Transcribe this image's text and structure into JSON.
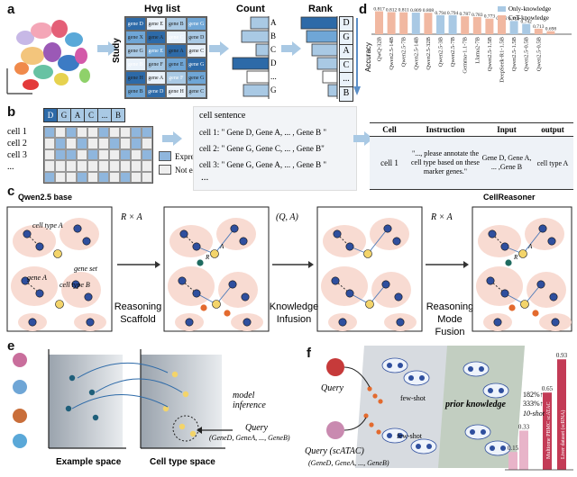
{
  "panel_a": {
    "letter": "a",
    "hvg_title": "Hvg list",
    "study_label": "Study",
    "count_title": "Count",
    "rank_title": "Rank",
    "hvg_cells": [
      "gene D",
      "gene E",
      "gene B",
      "gene G",
      "gene X",
      "gene A",
      "gene C",
      "gene D",
      "gene G",
      "gene E",
      "gene A",
      "gene C",
      "gene B",
      "gene F",
      "gene E",
      "gene G",
      "gene H",
      "gene A",
      "gene F",
      "gene G",
      "gene B",
      "gene D",
      "gene H",
      "gene C"
    ],
    "count_labels": [
      "A",
      "B",
      "C",
      "D",
      "...",
      "G"
    ],
    "rank_labels": [
      "D",
      "G",
      "A",
      "C",
      "...",
      "B"
    ]
  },
  "panel_b": {
    "letter": "b",
    "header_genes": [
      "D",
      "G",
      "A",
      "C",
      "...",
      "B"
    ],
    "cell_rows": [
      "cell 1",
      "cell 2",
      "cell 3",
      "..."
    ],
    "legend_expressed": "Expressed",
    "legend_not_expressed": "Not expressed",
    "sentence_title": "cell sentence",
    "sentences": [
      "cell 1: \" Gene D, Gene A, ... , Gene B \"",
      "cell 2: \" Gene G, Gene C, ... , Gene B\"",
      "cell 3: \" Gene G, Gene A, ... , Gene B \""
    ],
    "sentence_more": "...",
    "table_headers": [
      "Cell",
      "Instruction",
      "Input",
      "output"
    ],
    "table_row": {
      "cell": "cell 1",
      "instruction": "\"..., please annotate the cell type based on these marker genes.\"",
      "input": "Gene D, Gene A, ... ,Gene B",
      "output": "cell type A"
    }
  },
  "panel_c": {
    "letter": "c",
    "base_label": "Qwen2.5 base",
    "reasoner_label": "CellReasoner",
    "ops": [
      "R × A",
      "(Q, A)",
      "R × A"
    ],
    "step_labels": [
      "Reasoning Scaffold",
      "Knowledge Infusion",
      "Reasoning Mode Fusion"
    ],
    "annotations": {
      "cell_type_a": "cell type A",
      "cell_type_b": "cell type B",
      "gene_set": "gene set",
      "gene_a": "gene A",
      "r": "R",
      "a": "A"
    }
  },
  "panel_d": {
    "letter": "d",
    "y_label": "Accuracy",
    "legend": [
      "Only-knowledge",
      "CoT-knowledge"
    ]
  },
  "panel_e": {
    "letter": "e",
    "example_space": "Example space",
    "cell_type_space": "Cell type space",
    "model_inference": "model inference",
    "query_title": "Query",
    "query_genes": "(GeneD, GeneA, ..., GeneB)"
  },
  "panel_f": {
    "letter": "f",
    "query1": "Query",
    "query2_title": "Query (scATAC)",
    "query2_genes": "(GeneD, GeneA, ..., GeneB)",
    "few_shot_1": "few-shot",
    "few_shot_2": "few-shot",
    "prior_knowledge": "prior knowledge",
    "pct_1": "182%↑",
    "pct_2": "333%↑",
    "ten_shot": "10-shot",
    "bar_labels": [
      "Multiome PBMC scATAC",
      "Liver dataset (scRNA)"
    ]
  },
  "chart_data": {
    "type": "bar",
    "categories": [
      "QwQ-32B",
      "Qwen2.5-14B",
      "Qwen2.5-7B",
      "Qwen2.5-14B",
      "Qwen2.5-32B",
      "Qwen2.5-3B",
      "Qwen2.5-7B",
      "Gemma-1.1-7B",
      "Llama2-7B",
      "Qwen2.5-1.5B",
      "DeepSeek-R1-1.5B",
      "Qwen2.5-1.5B",
      "Qwen2.5-0.5B",
      "Qwen2.5-0.5B"
    ],
    "values": [
      0.817,
      0.812,
      0.811,
      0.809,
      0.808,
      0.794,
      0.794,
      0.787,
      0.783,
      0.773,
      0.762,
      0.759,
      0.742,
      0.713,
      0.698
    ],
    "labels": [
      "0.817",
      "0.812",
      "0.811",
      "0.809",
      "0.808",
      "0.794",
      "0.794",
      "0.787",
      "0.783",
      "0.773",
      "0.762",
      "0.759",
      "0.742",
      "0.713",
      "0.698"
    ],
    "kinds": [
      "cot",
      "cot",
      "cot",
      "only",
      "cot",
      "only",
      "only",
      "cot",
      "cot",
      "cot",
      "cot",
      "only",
      "only",
      "cot",
      "cot"
    ],
    "colors": {
      "only": "#a9c9e4",
      "cot": "#f1b8a1"
    },
    "ylim": [
      0.68,
      0.82
    ],
    "y_label": "Accuracy",
    "legend": [
      "Only-knowledge",
      "CoT-knowledge"
    ],
    "legend_position": "top-right"
  },
  "chart_f": {
    "values": [
      0.15,
      0.33,
      0.65,
      0.93
    ],
    "labels": [
      "0.15",
      "0.33",
      "0.65",
      "0.93"
    ],
    "colors": [
      "#e8b4c9",
      "#e8b4c9",
      "#c33b56",
      "#c33b56"
    ]
  }
}
